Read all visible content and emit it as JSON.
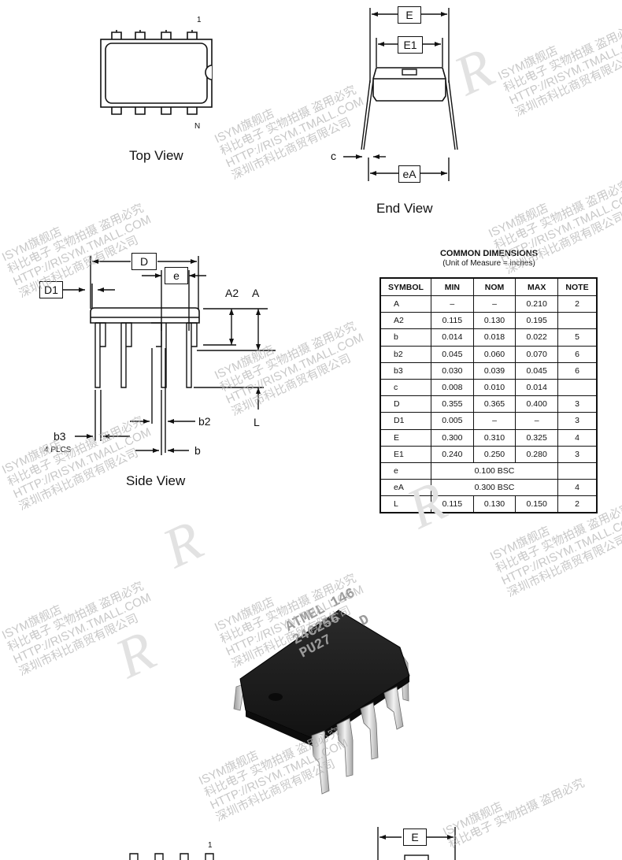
{
  "top_view": {
    "label": "Top View",
    "pin_first": "1",
    "pin_last": "N"
  },
  "end_view": {
    "label": "End View",
    "dim_E": "E",
    "dim_E1": "E1",
    "dim_c": "c",
    "dim_eA": "eA"
  },
  "side_view": {
    "label": "Side View",
    "dim_D": "D",
    "dim_e": "e",
    "dim_D1": "D1",
    "dim_A2": "A2",
    "dim_A": "A",
    "dim_L": "L",
    "dim_b2": "b2",
    "dim_b3": "b3",
    "dim_b3_note": "4 PLCS",
    "dim_b": "b"
  },
  "dimensions": {
    "title": "COMMON DIMENSIONS",
    "subtitle": "(Unit of Measure = inches)",
    "headers": [
      "SYMBOL",
      "MIN",
      "NOM",
      "MAX",
      "NOTE"
    ],
    "rows": [
      {
        "symbol": "A",
        "min": "–",
        "nom": "–",
        "max": "0.210",
        "note": "2"
      },
      {
        "symbol": "A2",
        "min": "0.115",
        "nom": "0.130",
        "max": "0.195",
        "note": ""
      },
      {
        "symbol": "b",
        "min": "0.014",
        "nom": "0.018",
        "max": "0.022",
        "note": "5"
      },
      {
        "symbol": "b2",
        "min": "0.045",
        "nom": "0.060",
        "max": "0.070",
        "note": "6"
      },
      {
        "symbol": "b3",
        "min": "0.030",
        "nom": "0.039",
        "max": "0.045",
        "note": "6"
      },
      {
        "symbol": "c",
        "min": "0.008",
        "nom": "0.010",
        "max": "0.014",
        "note": ""
      },
      {
        "symbol": "D",
        "min": "0.355",
        "nom": "0.365",
        "max": "0.400",
        "note": "3"
      },
      {
        "symbol": "D1",
        "min": "0.005",
        "nom": "–",
        "max": "–",
        "note": "3"
      },
      {
        "symbol": "E",
        "min": "0.300",
        "nom": "0.310",
        "max": "0.325",
        "note": "4"
      },
      {
        "symbol": "E1",
        "min": "0.240",
        "nom": "0.250",
        "max": "0.280",
        "note": "3"
      },
      {
        "symbol": "e",
        "span": "0.100 BSC",
        "note": ""
      },
      {
        "symbol": "eA",
        "span": "0.300 BSC",
        "note": "4"
      },
      {
        "symbol": "L",
        "min": "0.115",
        "nom": "0.130",
        "max": "0.150",
        "note": "2"
      }
    ]
  },
  "chip_photo": {
    "marking_line1": "ATMEL 146",
    "marking_line2": "24C256",
    "marking_line3": "PU27",
    "marking_letter": "D"
  },
  "watermark": {
    "line1": "ISYM旗舰店",
    "line2": "科比电子 实物拍摄 盗用必究",
    "line3": "HTTP://RISYM.TMALL.COM",
    "line4": "深圳市科比商贸有限公司",
    "logo_letter": "R"
  },
  "repeat_fragment": {
    "dim_E": "E",
    "pin_first": "1"
  },
  "colors": {
    "line": "#111111",
    "chip_body": "#1c1c1c",
    "chip_text": "#9a9a9a",
    "pin_metal": "#d9d9d9",
    "watermark": "#b5b5b5"
  }
}
